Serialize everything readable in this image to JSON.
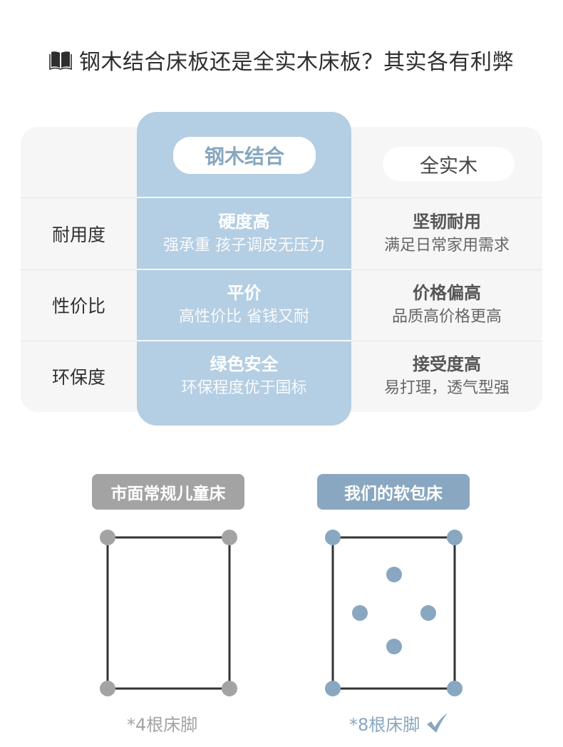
{
  "title": {
    "icon": "book-icon",
    "text": "钢木结合床板还是全实木床板？其实各有利弊"
  },
  "comparison": {
    "columns": [
      {
        "label": "钢木结合",
        "highlighted": true
      },
      {
        "label": "全实木",
        "highlighted": false
      }
    ],
    "rows": [
      {
        "label": "耐用度",
        "cells": [
          {
            "main": "硬度高",
            "sub": "强承重 孩子调皮无压力"
          },
          {
            "main": "坚韧耐用",
            "sub": "满足日常家用需求"
          }
        ]
      },
      {
        "label": "性价比",
        "cells": [
          {
            "main": "平价",
            "sub": "高性价比 省钱又耐"
          },
          {
            "main": "价格偏高",
            "sub": "品质高价格更高"
          }
        ]
      },
      {
        "label": "环保度",
        "cells": [
          {
            "main": "绿色安全",
            "sub": "环保程度优于国标"
          },
          {
            "main": "接受度高",
            "sub": "易打理，透气型强"
          }
        ]
      }
    ]
  },
  "legs": {
    "regular": {
      "tag": "市面常规儿童床",
      "caption": "*4根床脚",
      "leg_count": 4,
      "color": "#a3a3a3"
    },
    "ours": {
      "tag": "我们的软包床",
      "caption": "*8根床脚",
      "leg_count": 8,
      "color": "#89a7c0",
      "check_icon": "checkmark-icon"
    }
  },
  "colors": {
    "highlight": "#b4cee3",
    "accent": "#89a7c0",
    "neutral": "#a3a3a3",
    "table_bg": "#f6f6f6"
  }
}
